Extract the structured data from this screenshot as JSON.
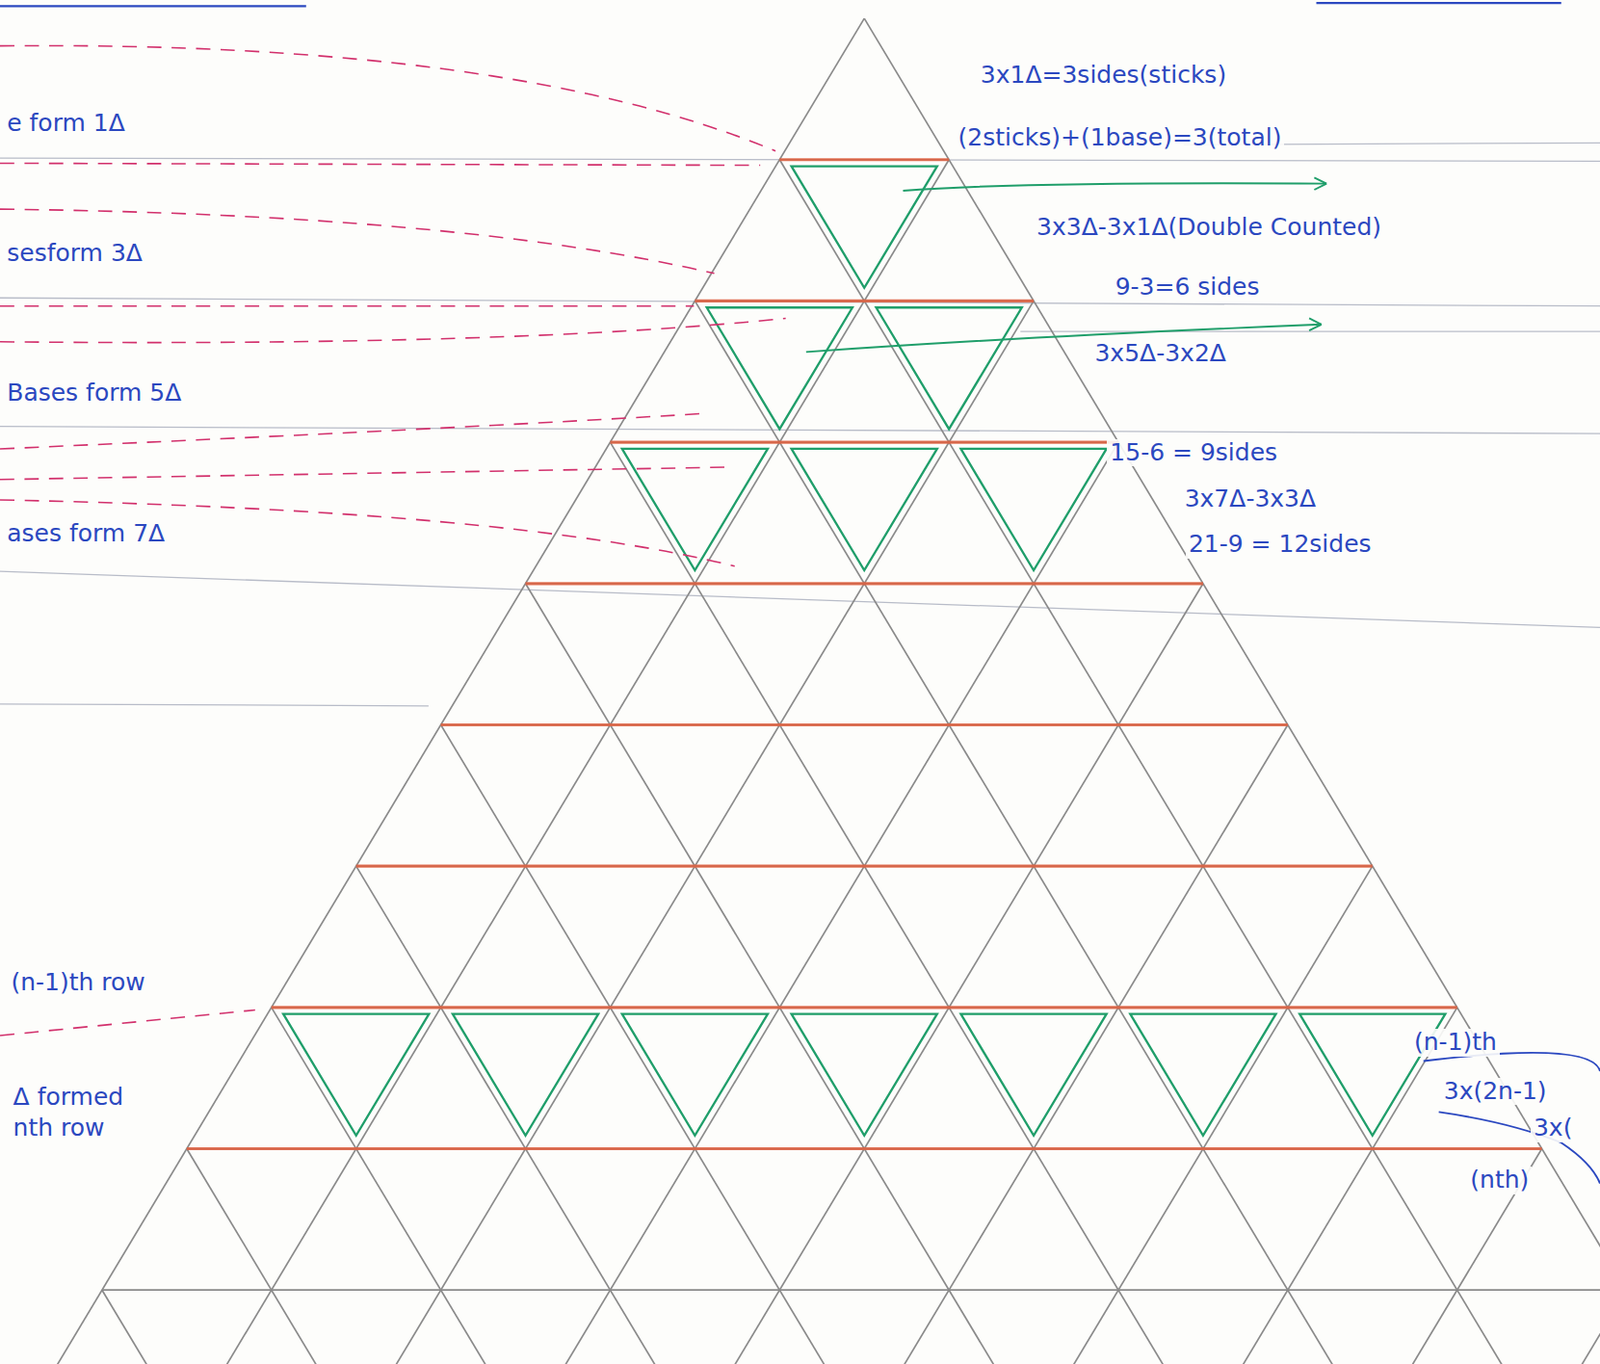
{
  "diagram": {
    "labels": [
      "e form 1Δ",
      "sesform 3Δ",
      "Bases form 5Δ",
      "ases form 7Δ",
      "3x1Δ=3sides(sticks)",
      "(2sticks)+(1base)=3(total)",
      "3x3Δ-3x1Δ(Double Counted)",
      "9-3=6 sides",
      "3x5Δ-3x2Δ",
      "15-6 = 9sides",
      "3x7Δ-3x3Δ",
      "21-9 = 12sides",
      "(n-1)th row",
      "Δ formed",
      "nth row",
      "(n-1)th",
      "3x(2n-1)",
      "3x(",
      "(nth)"
    ]
  }
}
